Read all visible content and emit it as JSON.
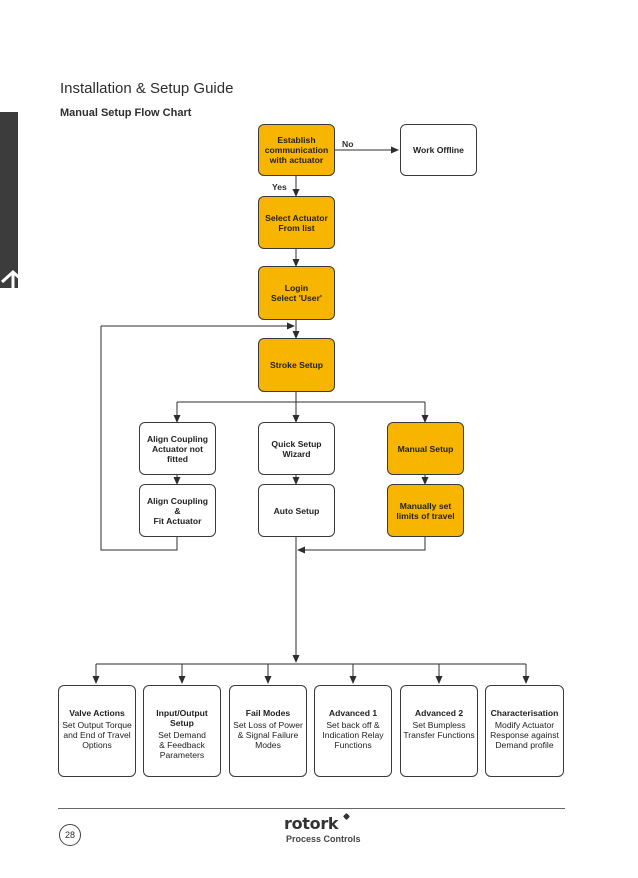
{
  "header": {
    "title": "Installation & Setup Guide",
    "subtitle": "Manual Setup Flow Chart"
  },
  "colors": {
    "accent": "#f7b500",
    "sidebar": "#3c3c3c"
  },
  "nodes": {
    "establish": "Establish\ncommunication\nwith actuator",
    "work_offline": "Work Offline",
    "select_actuator": "Select Actuator\nFrom list",
    "login": "Login\nSelect 'User'",
    "stroke_setup": "Stroke Setup",
    "align_not_fitted": "Align Coupling\nActuator not\nfitted",
    "align_fit": "Align Coupling\n&\nFit Actuator",
    "quick_setup": "Quick Setup\nWizard",
    "auto_setup": "Auto Setup",
    "manual_setup": "Manual Setup",
    "manually_set": "Manually set\nlimits of travel"
  },
  "edge_labels": {
    "no": "No",
    "yes": "Yes"
  },
  "functions": [
    {
      "title": "Valve Actions",
      "desc": "Set Output Torque\nand End of Travel\nOptions"
    },
    {
      "title": "Input/Output\nSetup",
      "desc": "Set Demand\n& Feedback\nParameters"
    },
    {
      "title": "Fail Modes",
      "desc": "Set Loss of Power\n& Signal Failure\nModes"
    },
    {
      "title": "Advanced 1",
      "desc": "Set back off &\nIndication Relay\nFunctions"
    },
    {
      "title": "Advanced 2",
      "desc": "Set Bumpless\nTransfer Functions"
    },
    {
      "title": "Characterisation",
      "desc": "Modify Actuator\nResponse against\nDemand profile"
    }
  ],
  "footer": {
    "page_number": "28",
    "brand": "rotork",
    "brand_sub": "Process Controls"
  }
}
